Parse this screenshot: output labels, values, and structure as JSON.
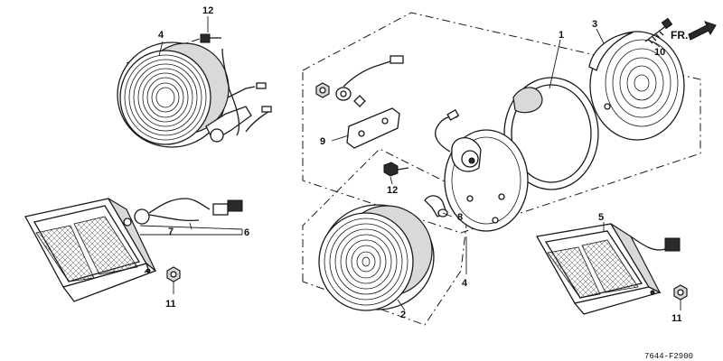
{
  "diagram": {
    "drawing_code": "7644-F2900",
    "direction_label": "FR.",
    "callouts": {
      "c1": "1",
      "c2": "2",
      "c3": "3",
      "c4a": "4",
      "c4b": "4",
      "c5": "5",
      "c6": "6",
      "c7": "7",
      "c8": "8",
      "c9": "9",
      "c10": "10",
      "c11a": "11",
      "c11b": "11",
      "c12a": "12",
      "c12b": "12"
    }
  }
}
